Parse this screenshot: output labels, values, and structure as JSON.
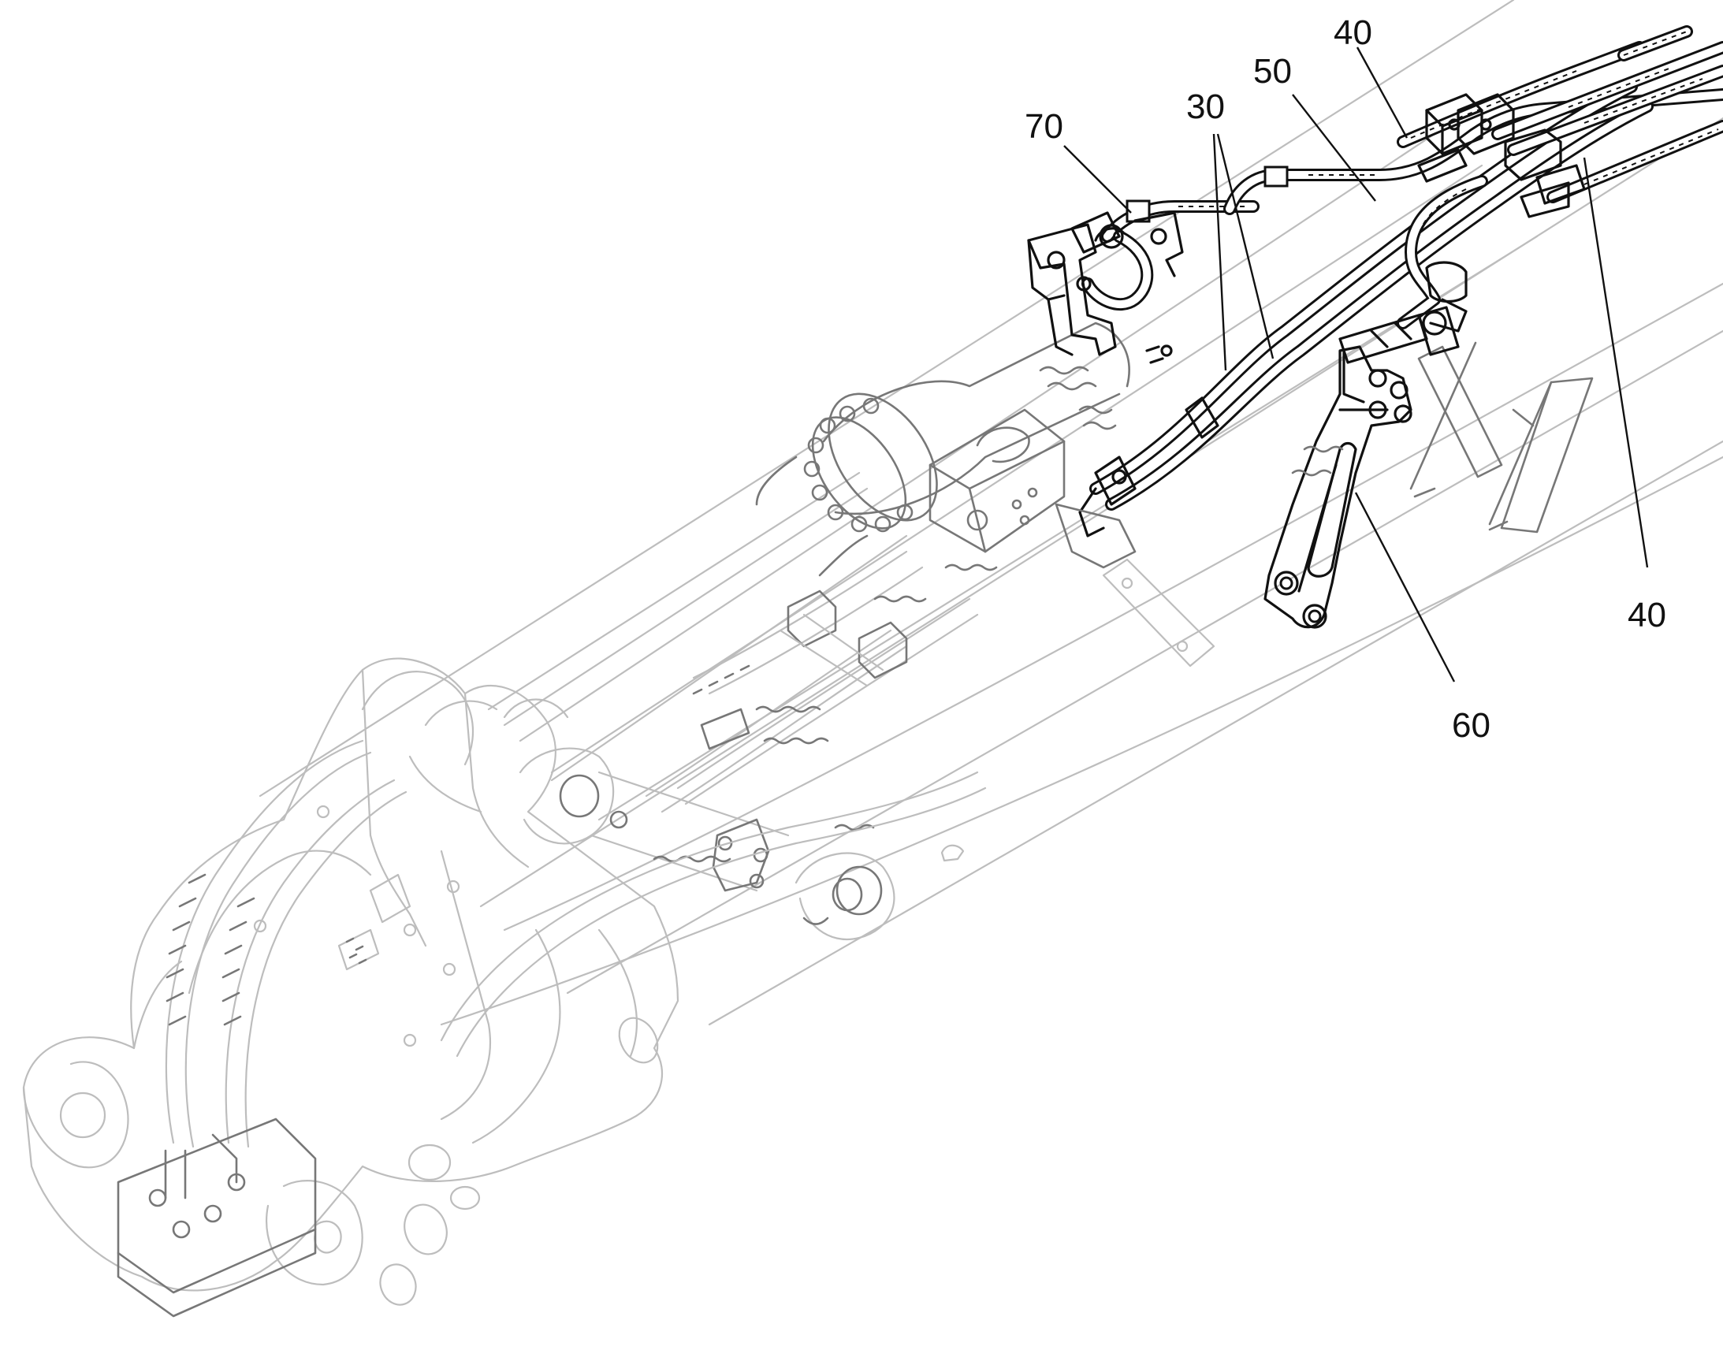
{
  "labels": {
    "ref_70": "70",
    "ref_30": "30",
    "ref_50": "50",
    "ref_40_top": "40",
    "ref_40_right": "40",
    "ref_60": "60"
  },
  "colors": {
    "background": "#ffffff",
    "emphasis_line": "#111111",
    "context_line": "#bdbdbd"
  }
}
